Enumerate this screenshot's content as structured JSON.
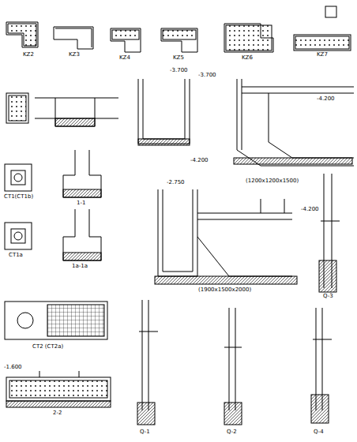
{
  "diagram": {
    "labels": [
      "KZ2",
      "KZ3",
      "KZ4",
      "KZ5",
      "KZ6",
      "KZ7",
      "CT1(CT1b)",
      "CT1a",
      "1-1",
      "1a-1a",
      "(1200x1200x1500)",
      "(1900x1500x2000)",
      "CT2 (CT2a)",
      "2-2",
      "Q-1",
      "Q-2",
      "Q-3",
      "Q-4",
      "-3.700",
      "-4.200",
      "-2.750",
      "-4.200",
      "-1.600",
      "-3.700",
      "-4.200"
    ]
  }
}
